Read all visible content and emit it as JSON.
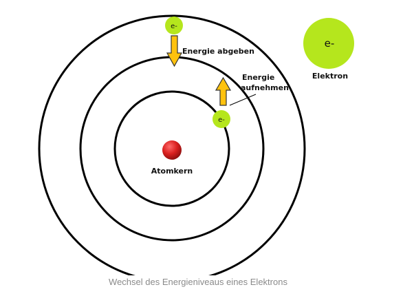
{
  "labels": {
    "release": "Energie abgeben",
    "absorb_line1": "Energie",
    "absorb_line2": "aufnehmen",
    "nucleus": "Atomkern",
    "legend": "Elektron"
  },
  "electron_symbol": "e-",
  "caption": "Wechsel des Energieniveaus eines Elektrons",
  "colors": {
    "electron": "#b5e61d",
    "nucleus": "#d9201f",
    "arrow_fill": "#ffc20e",
    "arrow_stroke": "#333333",
    "orbit": "#000000",
    "caption": "#8a8a8a"
  },
  "icons": [
    "nucleus-sphere",
    "electron-circle",
    "arrow-down-icon",
    "arrow-up-icon"
  ]
}
